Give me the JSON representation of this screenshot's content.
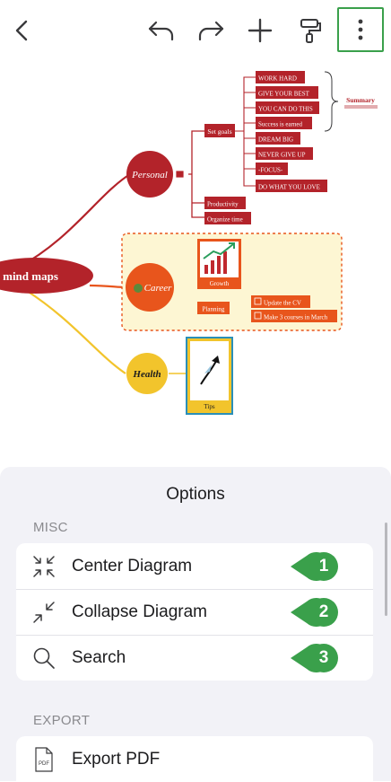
{
  "toolbar": {
    "back_icon": "chevron-left-icon",
    "undo_icon": "undo-icon",
    "redo_icon": "redo-icon",
    "add_icon": "plus-icon",
    "format_icon": "paint-roller-icon",
    "more_icon": "more-vertical-icon"
  },
  "mindmap": {
    "central": "mind maps",
    "personal": {
      "label": "Personal",
      "set_goals": "Set goals",
      "goals": [
        "WORK HARD",
        "GIVE YOUR BEST",
        "YOU CAN DO THIS",
        "Success is earned",
        "DREAM BIG",
        "NEVER GIVE UP",
        "-FOCUS-",
        "DO WHAT YOU LOVE"
      ],
      "summary": "Summary",
      "productivity": "Productivity",
      "organize_time": "Organize time"
    },
    "career": {
      "label": "Career",
      "growth": "Growth",
      "planning": "Planning",
      "tasks": [
        "Update the CV",
        "Make 3 courses in March"
      ]
    },
    "health": {
      "label": "Health",
      "tips": "Tips"
    },
    "colors": {
      "personal": "#b3232a",
      "career": "#e8551c",
      "health": "#f2c42c",
      "summary_box": "#fdf6d3"
    }
  },
  "sheet": {
    "title": "Options",
    "misc_label": "MISC",
    "misc_items": [
      {
        "label": "Center Diagram",
        "icon": "center-arrows-icon",
        "badge": "1"
      },
      {
        "label": "Collapse Diagram",
        "icon": "collapse-arrows-icon",
        "badge": "2"
      },
      {
        "label": "Search",
        "icon": "search-icon",
        "badge": "3"
      }
    ],
    "export_label": "EXPORT",
    "export_items": [
      {
        "label": "Export PDF",
        "icon": "pdf-file-icon"
      }
    ],
    "badge_color": "#3aa04b"
  }
}
